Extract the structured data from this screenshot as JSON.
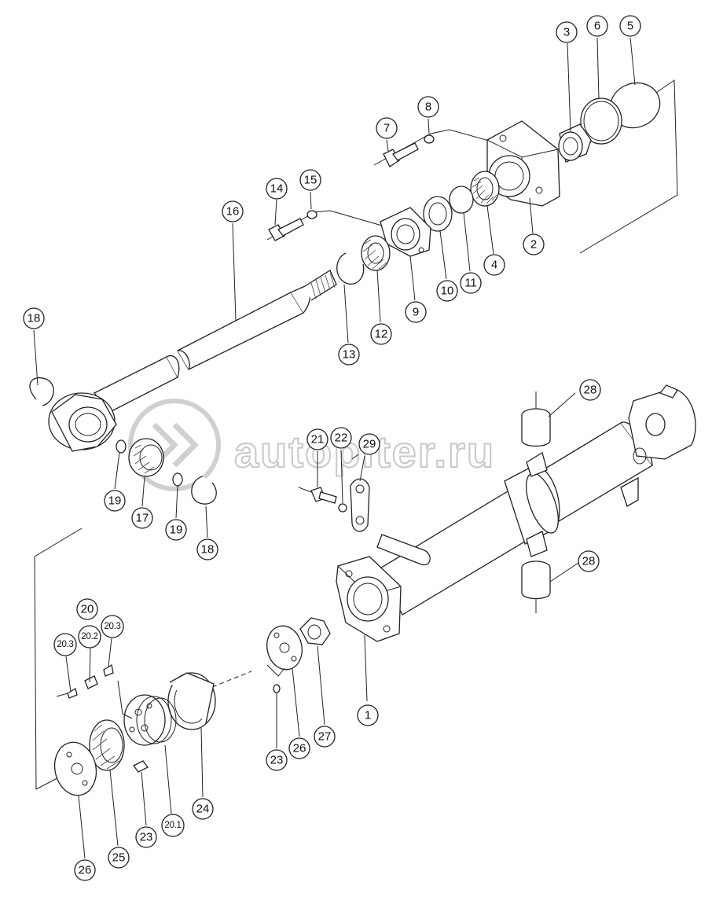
{
  "watermark": {
    "text": "autopiter.ru"
  },
  "callouts": [
    {
      "id": "c1",
      "label": "1"
    },
    {
      "id": "c2",
      "label": "2"
    },
    {
      "id": "c3",
      "label": "3"
    },
    {
      "id": "c4",
      "label": "4"
    },
    {
      "id": "c5",
      "label": "5"
    },
    {
      "id": "c6",
      "label": "6"
    },
    {
      "id": "c7",
      "label": "7"
    },
    {
      "id": "c8",
      "label": "8"
    },
    {
      "id": "c9",
      "label": "9"
    },
    {
      "id": "c10",
      "label": "10"
    },
    {
      "id": "c11",
      "label": "11"
    },
    {
      "id": "c12",
      "label": "12"
    },
    {
      "id": "c13",
      "label": "13"
    },
    {
      "id": "c14",
      "label": "14"
    },
    {
      "id": "c15",
      "label": "15"
    },
    {
      "id": "c16",
      "label": "16"
    },
    {
      "id": "c17",
      "label": "17"
    },
    {
      "id": "c18a",
      "label": "18"
    },
    {
      "id": "c18b",
      "label": "18"
    },
    {
      "id": "c19a",
      "label": "19"
    },
    {
      "id": "c19b",
      "label": "19"
    },
    {
      "id": "c20",
      "label": "20"
    },
    {
      "id": "c20_1",
      "label": "20.1"
    },
    {
      "id": "c20_2",
      "label": "20.2"
    },
    {
      "id": "c20_3a",
      "label": "20.3"
    },
    {
      "id": "c20_3b",
      "label": "20.3"
    },
    {
      "id": "c21",
      "label": "21"
    },
    {
      "id": "c22",
      "label": "22"
    },
    {
      "id": "c23a",
      "label": "23"
    },
    {
      "id": "c23b",
      "label": "23"
    },
    {
      "id": "c24",
      "label": "24"
    },
    {
      "id": "c25",
      "label": "25"
    },
    {
      "id": "c26a",
      "label": "26"
    },
    {
      "id": "c26b",
      "label": "26"
    },
    {
      "id": "c27",
      "label": "27"
    },
    {
      "id": "c28a",
      "label": "28"
    },
    {
      "id": "c28b",
      "label": "28"
    },
    {
      "id": "c29",
      "label": "29"
    }
  ]
}
